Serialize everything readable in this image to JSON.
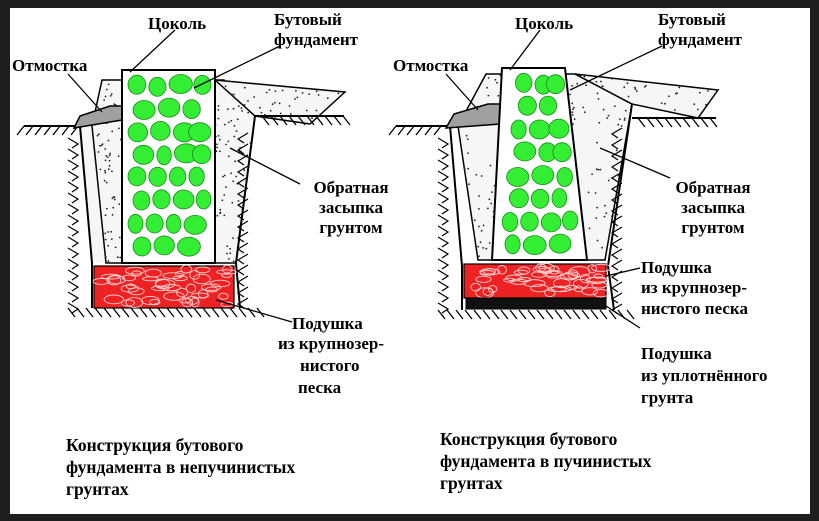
{
  "colors": {
    "stone": "#33ee33",
    "sand_cushion": "#ee2222",
    "compacted_cushion": "#111111",
    "blind_area": "#a0a0a0",
    "backfill": "#f6f6f6",
    "frame_background": "#1e1e1e"
  },
  "left_diagram": {
    "label_plinth": "Цоколь",
    "label_rubble_foundation": [
      "Бутовый",
      "фундамент"
    ],
    "label_blind_area": "Отмостка",
    "label_backfill": [
      "Обратная",
      "засыпка",
      "грунтом"
    ],
    "label_sand_cushion": [
      "Подушка",
      "из крупнозер-",
      "нистого",
      "песка"
    ],
    "caption": [
      "Конструкция бутового",
      "фундамента в непучинистых",
      "грунтах"
    ]
  },
  "right_diagram": {
    "label_plinth": "Цоколь",
    "label_rubble_foundation": [
      "Бутовый",
      "фундамент"
    ],
    "label_blind_area": "Отмостка",
    "label_backfill": [
      "Обратная",
      "засыпка",
      "грунтом"
    ],
    "label_sand_cushion": [
      "Подушка",
      "из крупнозер-",
      "нистого песка"
    ],
    "label_compacted_cushion": [
      "Подушка",
      "из уплотнённого",
      "грунта"
    ],
    "caption": [
      "Конструкция бутового",
      "фундамента в пучинистых",
      "грунтах"
    ]
  }
}
